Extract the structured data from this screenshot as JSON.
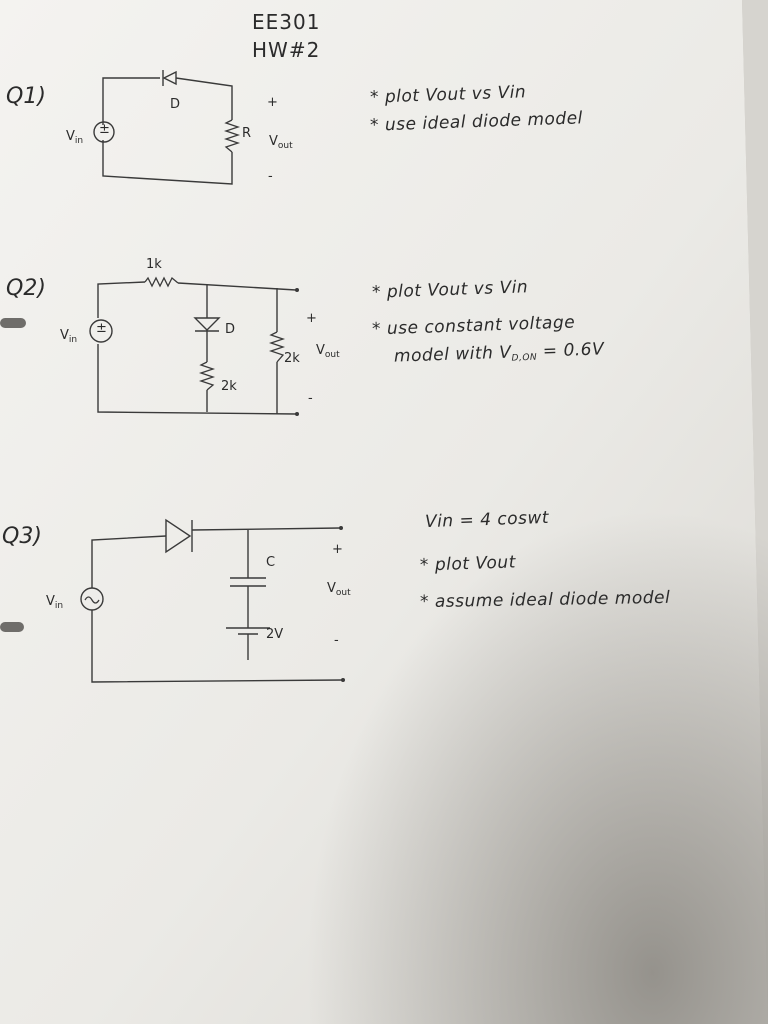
{
  "header": {
    "course": "EE301",
    "hw": "HW#2"
  },
  "q1": {
    "label": "Q1)",
    "vin": "V",
    "vin_sub": "in",
    "diode": "D",
    "resistor": "R",
    "plus": "+",
    "minus": "-",
    "vout": "V",
    "vout_sub": "out",
    "note1": "* plot   Vout  vs  Vin",
    "note2": "* use ideal diode model"
  },
  "q2": {
    "label": "Q2)",
    "vin": "V",
    "vin_sub": "in",
    "r_series": "1k",
    "diode": "D",
    "r_diode": "2k",
    "r_load": "2k",
    "plus": "+",
    "minus": "-",
    "vout": "V",
    "vout_sub": "out",
    "note1": "* plot   Vout  vs  Vin",
    "note2": "* use constant voltage",
    "note3_prefix": "model with V",
    "note3_sub": "D,ON",
    "note3_suffix": " = 0.6V"
  },
  "q3": {
    "label": "Q3)",
    "vin": "V",
    "vin_sub": "in",
    "cap": "C",
    "battery": "2V",
    "plus": "+",
    "minus": "-",
    "vout": "V",
    "vout_sub": "out",
    "note1": "Vin = 4 coswt",
    "note2": "* plot Vout",
    "note3": "* assume   ideal  diode model"
  }
}
